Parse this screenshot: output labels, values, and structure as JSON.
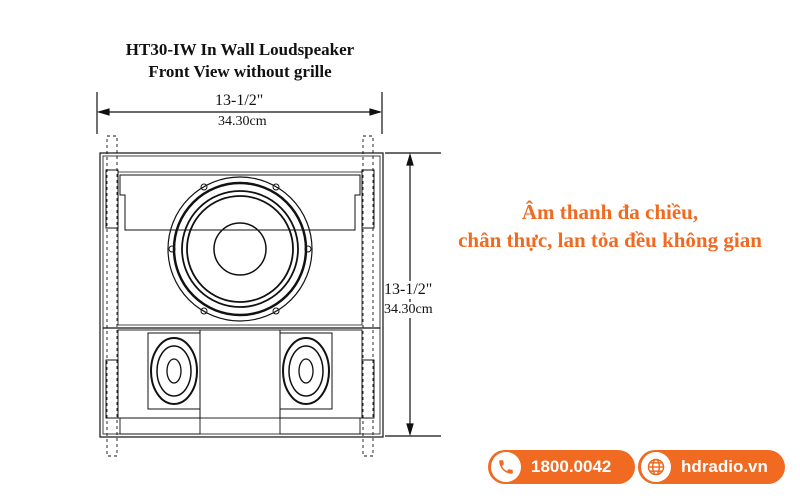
{
  "title": {
    "line1": "HT30-IW In Wall Loudspeaker",
    "line2": "Front View without grille"
  },
  "dimensions": {
    "width_in": "13-1/2\"",
    "width_cm": "34.30cm",
    "height_in": "13-1/2\"",
    "height_cm": "34.30cm"
  },
  "slogan": {
    "line1": "Âm thanh đa chiều,",
    "line2": "chân thực, lan tỏa đều không gian"
  },
  "contact": {
    "phone": "1800.0042",
    "website": "hdradio.vn"
  },
  "colors": {
    "accent": "#f06a21",
    "line": "#111111"
  },
  "icons": {
    "phone": "phone-icon",
    "website": "globe-icon"
  }
}
